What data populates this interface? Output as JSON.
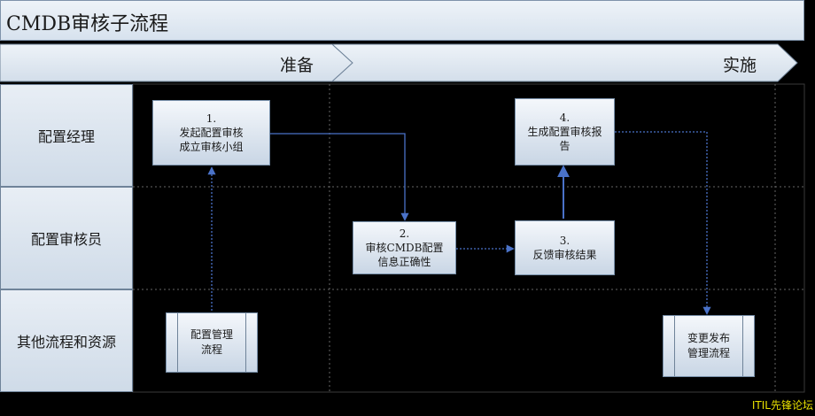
{
  "title": "CMDB审核子流程",
  "phases": [
    {
      "label": "准备"
    },
    {
      "label": "实施"
    }
  ],
  "lanes": [
    {
      "label": "配置经理"
    },
    {
      "label": "配置审核员"
    },
    {
      "label": "其他流程和资源"
    }
  ],
  "steps": [
    {
      "number": "1.",
      "line1": "发起配置审核",
      "line2": "成立审核小组"
    },
    {
      "number": "2.",
      "line1": "审核CMDB配置",
      "line2": "信息正确性"
    },
    {
      "number": "3.",
      "line1": "反馈审核结果",
      "line2": ""
    },
    {
      "number": "4.",
      "line1": "生成配置审核报",
      "line2": "告"
    }
  ],
  "external": [
    {
      "line1": "配置管理",
      "line2": "流程"
    },
    {
      "line1": "变更发布",
      "line2": "管理流程"
    }
  ],
  "watermark": "ITIL先锋论坛",
  "colors": {
    "background": "#000000",
    "box_fill": "#dbe4ef",
    "arrow": "#4a72c8"
  }
}
